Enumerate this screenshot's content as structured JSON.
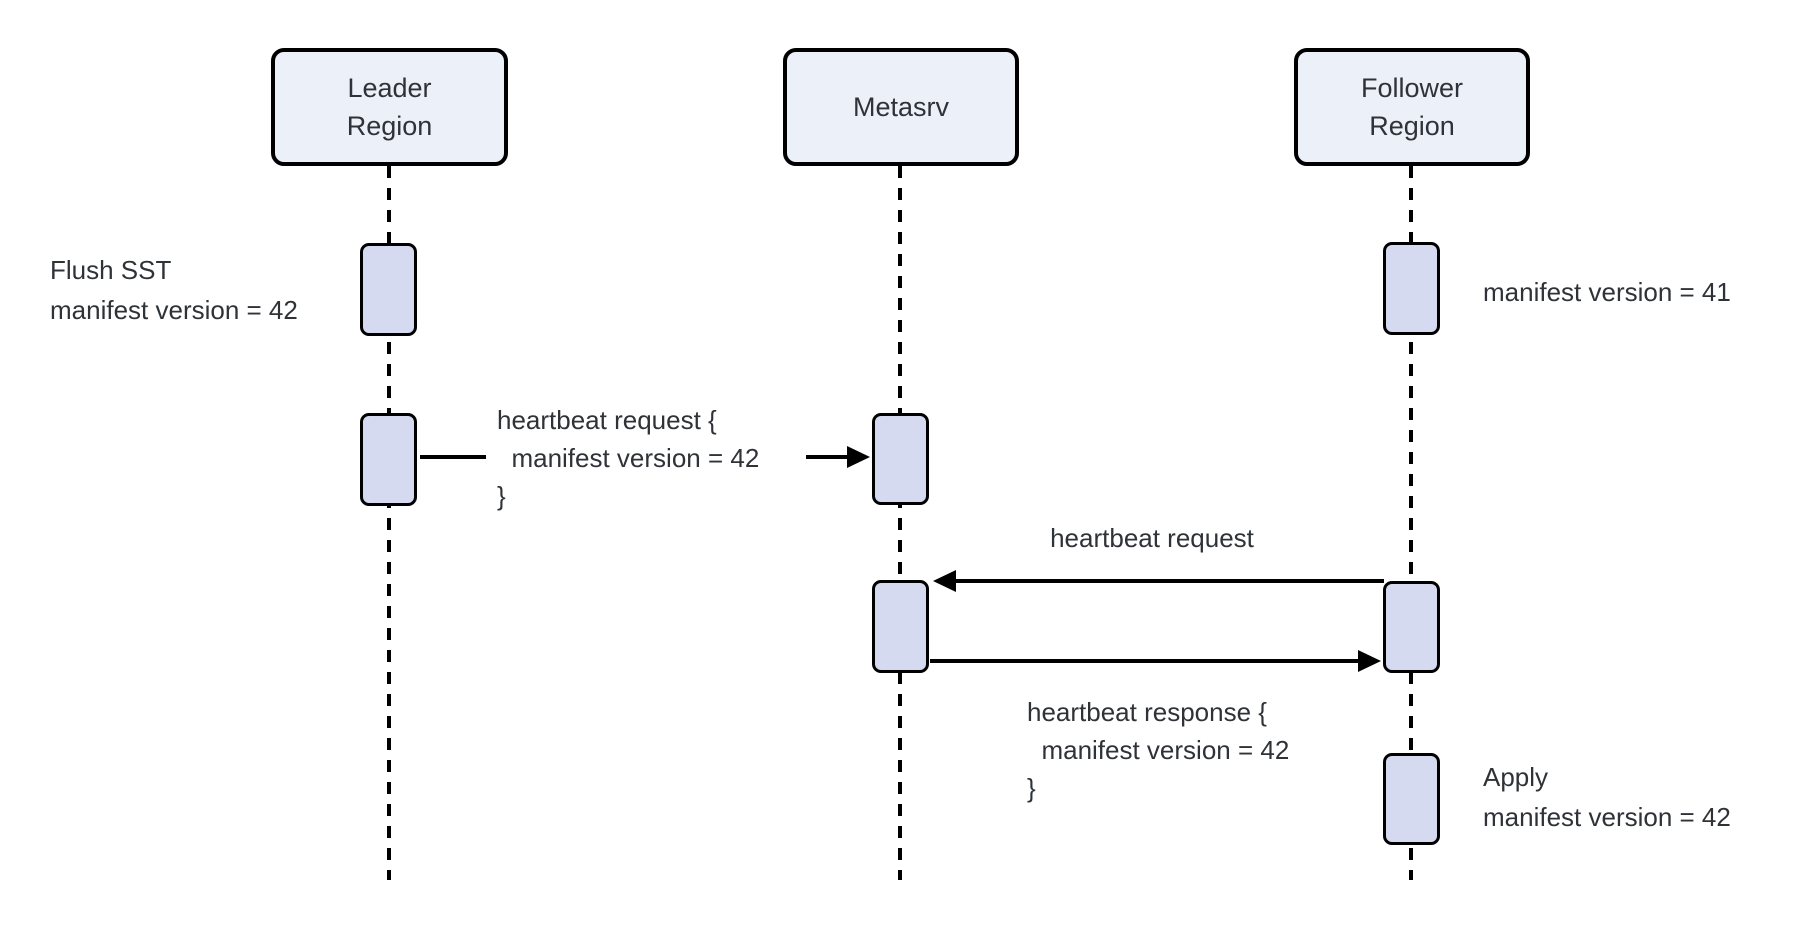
{
  "diagram": {
    "type": "sequence-diagram",
    "actors": [
      {
        "id": "leader",
        "label": "Leader\nRegion"
      },
      {
        "id": "metasrv",
        "label": "Metasrv"
      },
      {
        "id": "follower",
        "label": "Follower\nRegion"
      }
    ],
    "messages": [
      {
        "from": "leader",
        "to": "metasrv",
        "direction": "right",
        "label": "heartbeat request {\n  manifest version = 42\n}"
      },
      {
        "from": "follower",
        "to": "metasrv",
        "direction": "left",
        "label": "heartbeat request"
      },
      {
        "from": "metasrv",
        "to": "follower",
        "direction": "right",
        "label": "heartbeat response {\n  manifest version = 42\n}"
      }
    ],
    "notes": [
      {
        "near": "leader",
        "side": "left",
        "text": "Flush SST\nmanifest version = 42"
      },
      {
        "near": "follower",
        "side": "right",
        "text": "manifest version = 41"
      },
      {
        "near": "follower",
        "side": "right",
        "text": "Apply\nmanifest version = 42"
      }
    ],
    "activation_counts": {
      "leader": 2,
      "metasrv": 2,
      "follower": 3
    },
    "colors": {
      "actor_fill": "#ECF0F9",
      "activation_fill": "#D6DAF0",
      "line_color": "#000000",
      "text_color": "#2F3338"
    }
  }
}
